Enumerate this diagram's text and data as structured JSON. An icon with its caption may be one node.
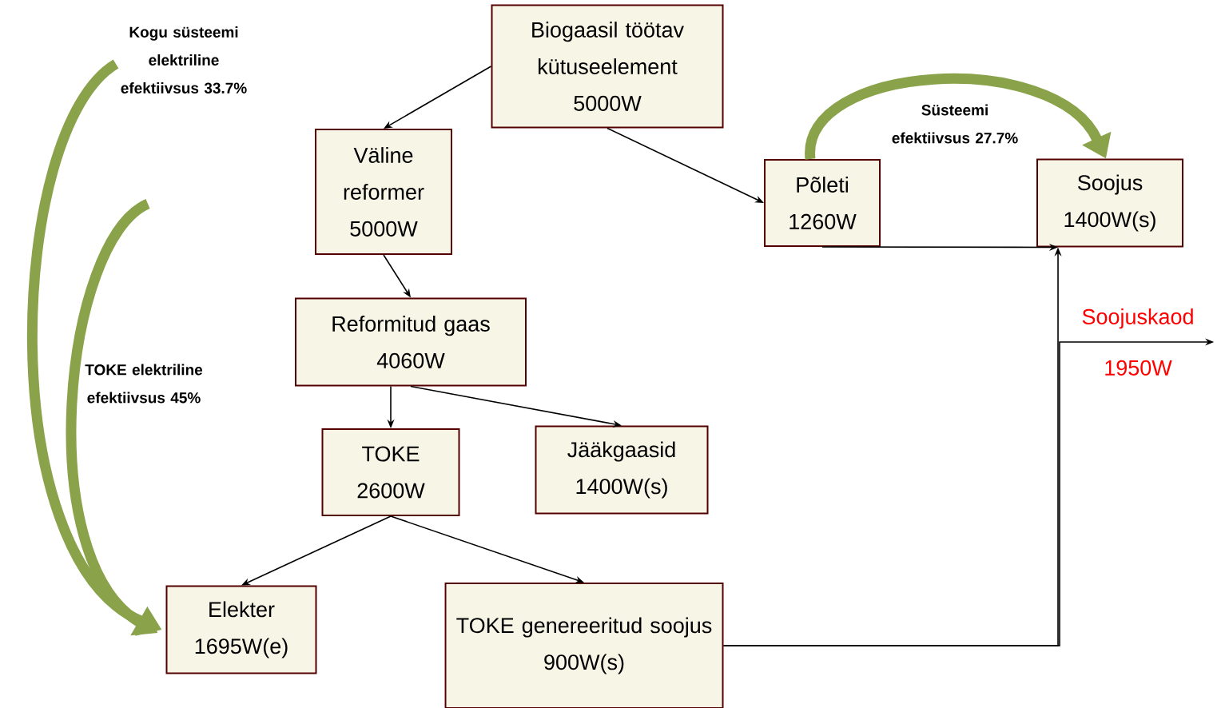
{
  "diagram": {
    "nodes": [
      {
        "text": [
          "Biogaasil töötav kütuseelement",
          "5000W"
        ]
      },
      {
        "text": [
          "Väline reformer",
          "5000W"
        ]
      },
      {
        "text": [
          "Reformitud gaas",
          "4060W"
        ]
      },
      {
        "text": [
          "TOKE",
          "2600W"
        ]
      },
      {
        "text": [
          "Jääkgaasid",
          "1400W(s)"
        ]
      },
      {
        "text": [
          "Elekter",
          "1695W(e)"
        ]
      },
      {
        "text": [
          "TOKE genereeritud soojus",
          "900W(s)"
        ]
      },
      {
        "text": [
          "Põleti",
          "1260W"
        ]
      },
      {
        "text": [
          "Soojus",
          "1400W(s)"
        ]
      },
      {
        "text": [
          "Soojuskaod",
          "1950W"
        ]
      }
    ],
    "edges": [
      {
        "from": 0,
        "to": 1,
        "arrow": "to"
      },
      {
        "from": 0,
        "to": 7,
        "arrow": "to"
      },
      {
        "from": 1,
        "to": 2,
        "arrow": "to"
      },
      {
        "from": 2,
        "to": 3,
        "arrow": "to"
      },
      {
        "from": 2,
        "to": 4,
        "arrow": "to"
      },
      {
        "from": 3,
        "to": 5,
        "arrow": "to"
      },
      {
        "from": 3,
        "to": 6,
        "arrow": "to"
      },
      {
        "from": 7,
        "to": 8,
        "arrow": "to"
      },
      {
        "from": 6,
        "to": 8,
        "arrow": "to"
      },
      {
        "from": 6,
        "to": 9,
        "arrow": "to"
      },
      {
        "from": 7,
        "to": 8,
        "arrow": "to",
        "label": "Süsteemi efektiivsus 27.7%",
        "style": "thick",
        "color": "#8aa34a"
      },
      {
        "from": null,
        "to": 5,
        "arrow": "to",
        "label": "Kogu süsteemi elektriline efektiivsus 33.7%",
        "style": "thick",
        "color": "#8aa34a"
      },
      {
        "from": null,
        "to": 5,
        "arrow": "to",
        "label": "TOKE elektriline efektiivsus 45%",
        "style": "thick",
        "color": "#8aa34a"
      }
    ]
  }
}
